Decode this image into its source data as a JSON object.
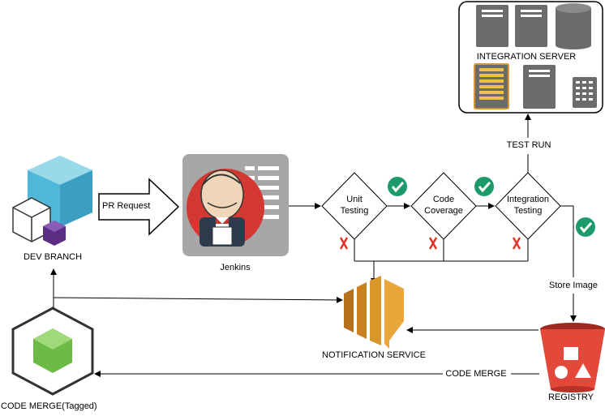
{
  "labels": {
    "dev_branch": "DEV BRANCH",
    "pr_request": "PR Request",
    "jenkins": "Jenkins",
    "unit_testing_1": "Unit",
    "unit_testing_2": "Testing",
    "code_coverage_1": "Code",
    "code_coverage_2": "Coverage",
    "integration_testing_1": "Integration",
    "integration_testing_2": "Testing",
    "test_run": "TEST RUN",
    "integration_server": "INTEGRATION SERVER",
    "store_image": "Store Image",
    "notification_service": "NOTIFICATION SERVICE",
    "registry": "REGISTRY",
    "code_merge": "CODE MERGE",
    "code_merge_tagged": "CODE MERGE(Tagged)"
  },
  "colors": {
    "check_green": "#1b9a6b",
    "fail_red": "#e2352a",
    "cube_blue": "#4fb8d8",
    "cube_purple": "#5b2d83",
    "cube_green": "#6dbb47",
    "aws_orange": "#d9962b",
    "registry_red": "#e3483b",
    "server_gray": "#6b6b6b",
    "jenkins_bg": "#a7a7a7"
  },
  "icons": [
    "cube-icon",
    "jenkins-logo",
    "check-icon",
    "cross-icon",
    "server-icon",
    "database-icon",
    "notification-icon",
    "bucket-icon"
  ]
}
